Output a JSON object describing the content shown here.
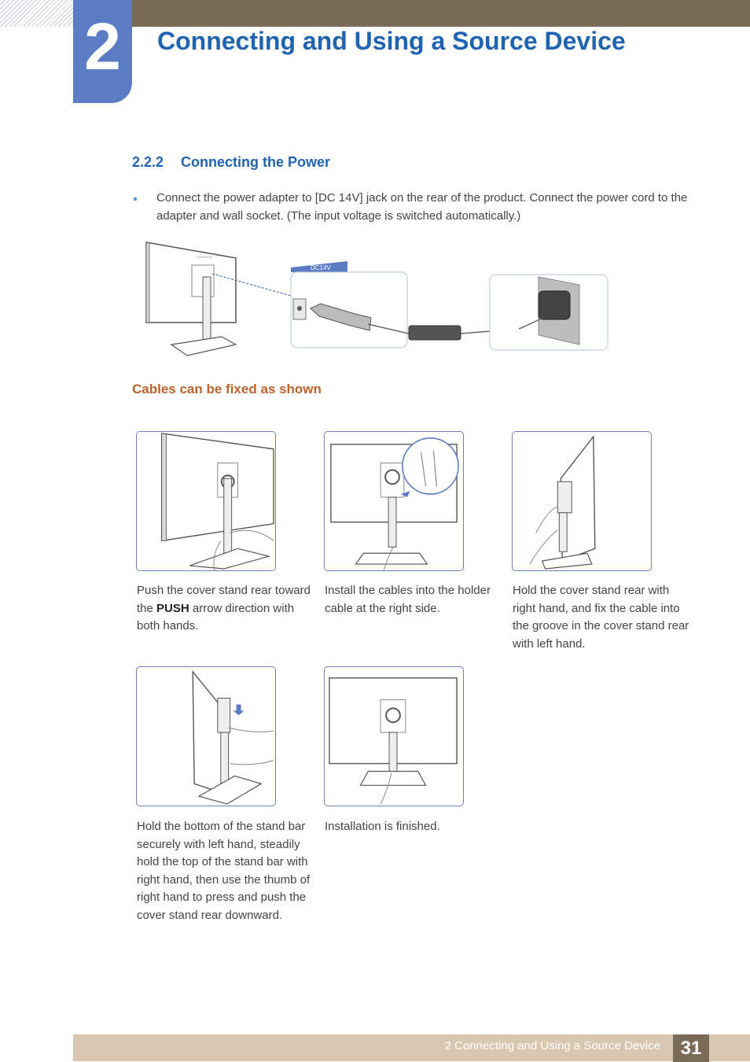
{
  "header": {
    "chapter_number": "2",
    "chapter_title": "Connecting and Using a Source Device"
  },
  "section": {
    "number": "2.2.2",
    "title": "Connecting the Power"
  },
  "instruction": "Connect the power adapter to [DC 14V] jack on the rear of the product. Connect the power cord to the adapter and wall socket. (The input voltage is switched automatically.)",
  "diagram": {
    "port_label": "DC14V",
    "brand_label": "SAMSUNG"
  },
  "cable_heading": "Cables can be fixed as shown",
  "steps": [
    {
      "caption_before": "Push the cover stand rear toward the ",
      "caption_bold": "PUSH",
      "caption_after": " arrow direction with both hands."
    },
    {
      "caption": "Install the cables into the holder cable at the right side."
    },
    {
      "caption": "Hold the cover stand rear with right hand, and fix the cable into the groove in the cover stand rear with left hand."
    },
    {
      "caption": "Hold the bottom of the stand bar securely with left hand, steadily hold the top of the stand bar with right hand, then use the thumb of right hand to press and push the cover stand rear downward."
    },
    {
      "caption": "Installation is finished."
    }
  ],
  "footer": {
    "text": "2 Connecting and Using a Source Device",
    "page_number": "31"
  },
  "colors": {
    "heading_blue": "#1f63b3",
    "accent_orange": "#c0622b",
    "header_brown": "#7b6a56",
    "footer_tan": "#d9c6b0",
    "frame_blue": "#6b83c2"
  }
}
